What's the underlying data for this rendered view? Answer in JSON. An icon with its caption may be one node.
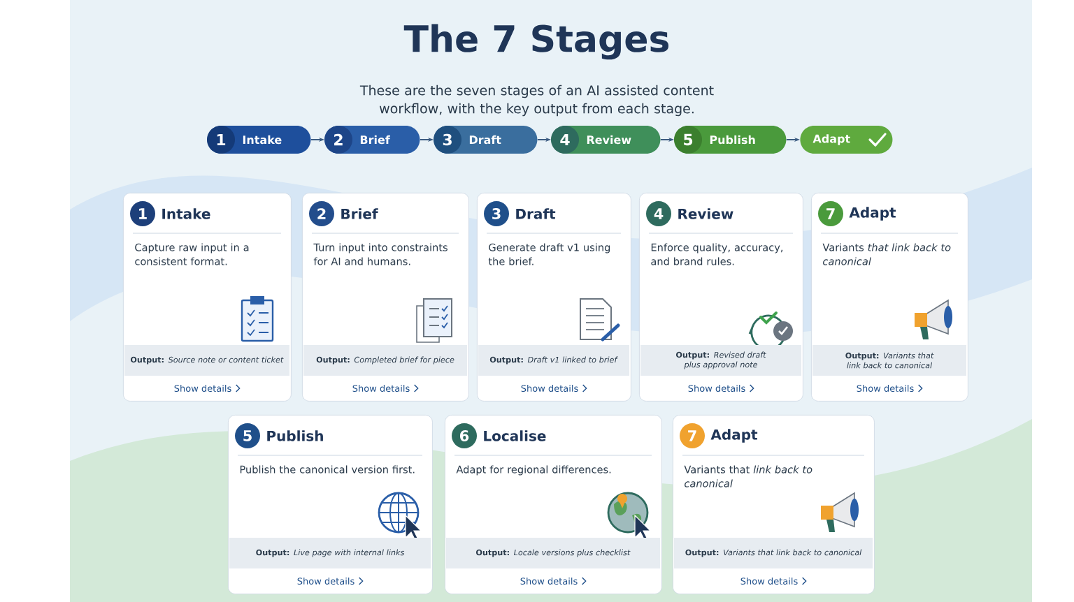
{
  "diagram": {
    "title": "The 7 Stages",
    "nodes": [
      {
        "text": [
          "1",
          "Intake"
        ]
      },
      {
        "text": [
          "2",
          "Brief"
        ]
      },
      {
        "text": [
          "3",
          "Draft"
        ]
      },
      {
        "text": [
          "4",
          "Review"
        ]
      },
      {
        "text": [
          "5",
          "Publish"
        ]
      },
      {
        "text": [
          "Adapt"
        ]
      },
      {
        "text": [
          "1",
          "Intake",
          "Capture raw input in a consistent format.",
          "**Output:** *Source note or content ticket*",
          "Show details"
        ]
      },
      {
        "text": [
          "2",
          "Brief",
          "Turn input into constraints for AI and humans.",
          "**Output:** *Completed brief for piece*",
          "Show details"
        ]
      },
      {
        "text": [
          "3",
          "Draft",
          "Generate draft v1 using the brief.",
          "**Output:** *Draft v1 linked to brief*",
          "Show details"
        ]
      },
      {
        "text": [
          "4",
          "Review",
          "Enforce quality, accuracy, and brand rules.",
          "**Output:** *Revised draft plus approval note*",
          "Show details"
        ]
      },
      {
        "text": [
          "7",
          "Adapt",
          "Variants *that link back to canonical*",
          "**Output:** *Variants that link back to canonical*",
          "Show details"
        ]
      },
      {
        "text": [
          "5",
          "Publish",
          "Publish the canonical version first.",
          "**Output:** *Live page with internal links*",
          "Show details"
        ]
      },
      {
        "text": [
          "6",
          "Localise",
          "Adapt for regional differences.",
          "**Output:** *Locale versions plus checklist*",
          "Show details"
        ]
      },
      {
        "text": [
          "7",
          "Adapt",
          "Variants that *link back to canonical*",
          "**Output:** *Variants that link back to canonical*",
          "Show details"
        ]
      }
    ],
    "edges": [
      {
        "from": 0,
        "to": 1,
        "arrow": "to"
      },
      {
        "from": 1,
        "to": 2,
        "arrow": "to"
      },
      {
        "from": 2,
        "to": 3,
        "arrow": "to"
      },
      {
        "from": 3,
        "to": 4,
        "arrow": "to"
      },
      {
        "from": 4,
        "to": 5,
        "arrow": "to"
      }
    ],
    "labels": [
      "These are the seven stages of an AI assisted content workflow, with the key output from each stage."
    ]
  }
}
